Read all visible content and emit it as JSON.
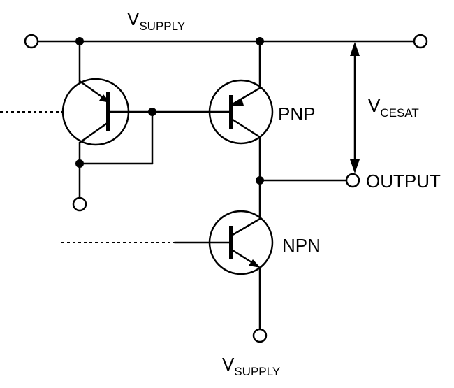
{
  "labels": {
    "vsupply_top": {
      "main": "V",
      "sub": "SUPPLY"
    },
    "vsupply_bottom": {
      "main": "V",
      "sub": "SUPPLY"
    },
    "vcesat": {
      "main": "V",
      "sub": "CESAT"
    },
    "output": "OUTPUT",
    "pnp": "PNP",
    "npn": "NPN"
  },
  "colors": {
    "ink": "#000000",
    "background": "#ffffff"
  }
}
